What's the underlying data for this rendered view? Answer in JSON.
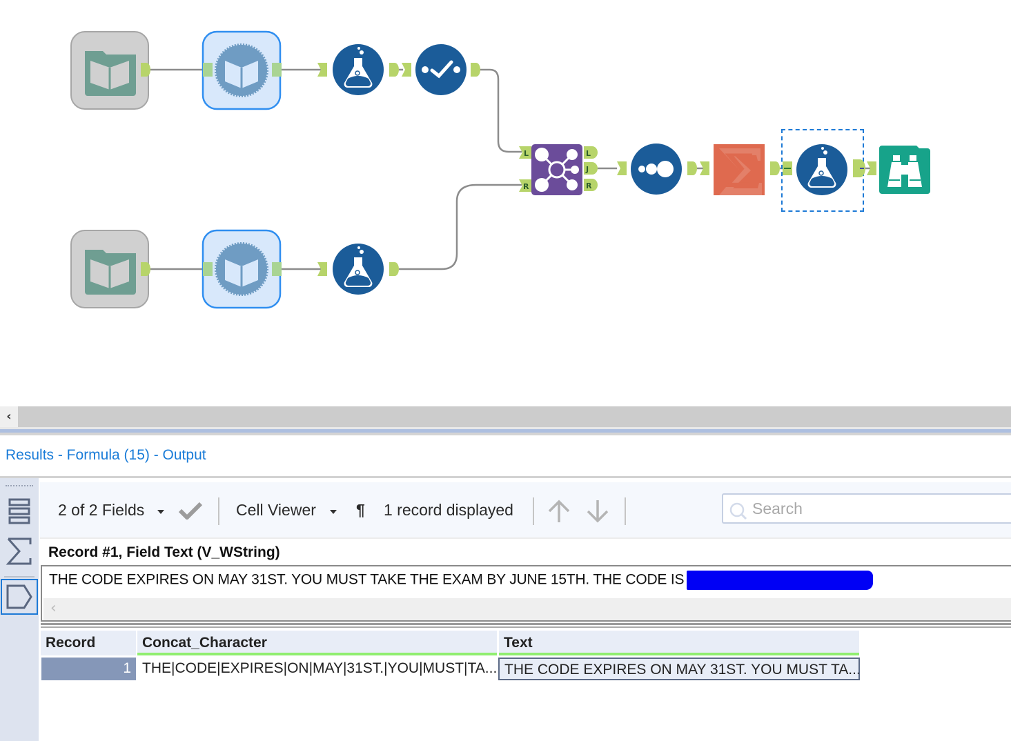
{
  "workflow": {
    "tools": [
      {
        "id": "input-1",
        "type": "input-data",
        "icon": "book-folder-icon",
        "row": "top"
      },
      {
        "id": "macro-1",
        "type": "macro",
        "icon": "book-gear-icon",
        "row": "top",
        "selected_style": "light-blue"
      },
      {
        "id": "formula-1",
        "type": "formula",
        "icon": "flask-icon",
        "row": "top"
      },
      {
        "id": "select-1",
        "type": "select",
        "icon": "check-dots-icon",
        "row": "top"
      },
      {
        "id": "input-2",
        "type": "input-data",
        "icon": "book-folder-icon",
        "row": "bottom"
      },
      {
        "id": "macro-2",
        "type": "macro",
        "icon": "book-gear-icon",
        "row": "bottom"
      },
      {
        "id": "formula-2",
        "type": "formula",
        "icon": "flask-icon",
        "row": "bottom"
      },
      {
        "id": "join-1",
        "type": "join",
        "icon": "join-network-icon",
        "inputs": [
          "L",
          "R"
        ],
        "outputs": [
          "L",
          "J",
          "R"
        ]
      },
      {
        "id": "record-id",
        "type": "record-id",
        "icon": "dots-icon"
      },
      {
        "id": "summarize",
        "type": "summarize",
        "icon": "sigma-icon"
      },
      {
        "id": "formula-15",
        "type": "formula",
        "icon": "flask-icon",
        "selected": true
      },
      {
        "id": "browse",
        "type": "browse",
        "icon": "binoculars-icon"
      }
    ],
    "colors": {
      "blue_tool": "#1b5c99",
      "join_purple": "#6b4c9a",
      "summarize_orange": "#df6a4f",
      "browse_teal": "#17a38a",
      "input_teal": "#6e9e92",
      "anchor_green": "#b9dc6a",
      "selection_dash": "#1e7ad6"
    }
  },
  "results": {
    "title": "Results - Formula (15) - Output",
    "toolbar": {
      "fields_label": "2 of 2 Fields",
      "viewer_label": "Cell Viewer",
      "pilcrow": "¶",
      "record_count": "1 record displayed",
      "search_placeholder": "Search"
    },
    "cell_viewer": {
      "label": "Record #1, Field Text (V_WString)",
      "text": "THE CODE EXPIRES ON MAY 31ST. YOU MUST TAKE THE EXAM BY JUNE 15TH. THE CODE IS"
    },
    "grid": {
      "columns": [
        "Record",
        "Concat_Character",
        "Text"
      ],
      "rows": [
        {
          "record": "1",
          "concat_character": "THE|CODE|EXPIRES|ON|MAY|31ST.|YOU|MUST|TA...",
          "text": "THE CODE EXPIRES ON MAY 31ST. YOU MUST TA..."
        }
      ]
    }
  }
}
